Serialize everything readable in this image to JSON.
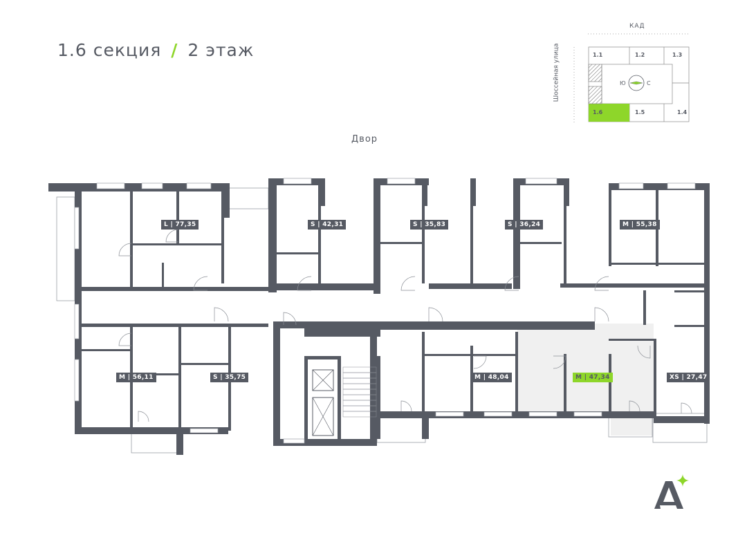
{
  "header": {
    "section": "1.6 секция",
    "separator": "/",
    "floor": "2 этаж"
  },
  "yard_label": "Двор",
  "minimap": {
    "road_top": "КАД",
    "road_left": "Шоссейная улица",
    "sections": [
      "1.1",
      "1.2",
      "1.3",
      "1.4",
      "1.5",
      "1.6"
    ],
    "active_section": "1.6",
    "compass": {
      "south": "Ю",
      "north": "С"
    }
  },
  "apartments": [
    {
      "label": "L | 77,35",
      "active": false
    },
    {
      "label": "S | 42,31",
      "active": false
    },
    {
      "label": "S | 35,83",
      "active": false
    },
    {
      "label": "S | 36,24",
      "active": false
    },
    {
      "label": "M | 55,38",
      "active": false
    },
    {
      "label": "M | 56,11",
      "active": false
    },
    {
      "label": "S | 35,75",
      "active": false
    },
    {
      "label": "M | 48,04",
      "active": false
    },
    {
      "label": "M | 47,34",
      "active": true
    },
    {
      "label": "XS | 27,47",
      "active": false
    }
  ],
  "colors": {
    "wall": "#565a63",
    "accent": "#8ed62a",
    "highlight": "#f0f0f0"
  }
}
